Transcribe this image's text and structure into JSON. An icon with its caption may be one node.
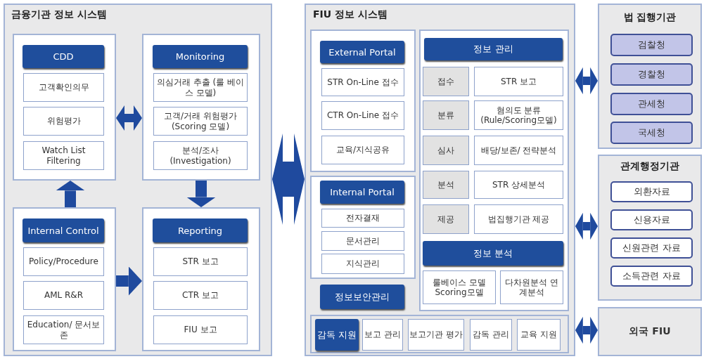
{
  "diagram": {
    "nodes": [
      {
        "text": [
          "금융기관 정보 시스템"
        ]
      },
      {
        "text": [],
        "shape": "box",
        "in": 0
      },
      {
        "text": [
          "고객확인의무"
        ],
        "in": 1
      },
      {
        "text": [
          "위험평가"
        ],
        "in": 1
      },
      {
        "text": [
          "Watch List Filtering"
        ],
        "in": 1
      },
      {
        "text": [],
        "shape": "box",
        "in": 0
      },
      {
        "text": [
          "의심거래 추출 (룰 베이스 모델)"
        ],
        "in": 5
      },
      {
        "text": [
          "고객/거래 위험평가 (Scoring 모델)"
        ],
        "in": 5
      },
      {
        "text": [
          "분석/조사 (Investigation)"
        ],
        "in": 5
      },
      {
        "text": [],
        "shape": "box",
        "in": 0
      },
      {
        "text": [
          "Policy/Procedure"
        ],
        "in": 9
      },
      {
        "text": [
          "AML R&R"
        ],
        "in": 9
      },
      {
        "text": [
          "Education/ 문서보존"
        ],
        "in": 9
      },
      {
        "text": [],
        "shape": "box",
        "in": 0
      },
      {
        "text": [
          "STR 보고"
        ],
        "in": 13
      },
      {
        "text": [
          "CTR 보고"
        ],
        "in": 13
      },
      {
        "text": [
          "FIU 보고"
        ],
        "in": 13
      },
      {
        "text": [
          "FIU 정보 시스템"
        ]
      },
      {
        "text": [],
        "shape": "box",
        "in": 17
      },
      {
        "text": [
          "STR On-Line 접수"
        ],
        "in": 18
      },
      {
        "text": [
          "CTR On-Line 접수"
        ],
        "in": 18
      },
      {
        "text": [
          "교육/지식공유"
        ],
        "in": 18
      },
      {
        "text": [],
        "shape": "box",
        "in": 17
      },
      {
        "text": [
          "전자결재"
        ],
        "in": 22
      },
      {
        "text": [
          "문서관리"
        ],
        "in": 22
      },
      {
        "text": [
          "지식관리"
        ],
        "in": 22
      },
      {
        "text": [
          "정보보안관리"
        ],
        "in": 17
      },
      {
        "text": [],
        "shape": "box",
        "in": 17
      },
      {
        "text": [
          "접수"
        ],
        "in": 27
      },
      {
        "text": [
          "STR 보고"
        ],
        "in": 27
      },
      {
        "text": [
          "분류"
        ],
        "in": 27
      },
      {
        "text": [
          "혐의도 분류 (Rule/Scoring모델)"
        ],
        "in": 27
      },
      {
        "text": [
          "심사"
        ],
        "in": 27
      },
      {
        "text": [
          "배당/보존/ 전략분석"
        ],
        "in": 27
      },
      {
        "text": [
          "분석"
        ],
        "in": 27
      },
      {
        "text": [
          "STR 상세분석"
        ],
        "in": 27
      },
      {
        "text": [
          "제공"
        ],
        "in": 27
      },
      {
        "text": [
          "법집행기관 제공"
        ],
        "in": 27
      },
      {
        "text": [
          "정보 분석"
        ],
        "in": 27
      },
      {
        "text": [
          "룰베이스 모델 Scoring모델"
        ],
        "in": 27
      },
      {
        "text": [
          "다차원분석 연계분석"
        ],
        "in": 27
      },
      {
        "text": [],
        "shape": "box",
        "in": 17
      },
      {
        "text": [
          "감독 지원"
        ],
        "in": 41
      },
      {
        "text": [
          "보고 관리"
        ],
        "in": 41
      },
      {
        "text": [
          "보고기관 평가"
        ],
        "in": 41
      },
      {
        "text": [
          "감독 관리"
        ],
        "in": 41
      },
      {
        "text": [
          "교육 지원"
        ],
        "in": 41
      },
      {
        "text": [
          "법 집행기관"
        ]
      },
      {
        "text": [
          "검찰청"
        ],
        "in": 47
      },
      {
        "text": [
          "경찰청"
        ],
        "in": 47
      },
      {
        "text": [
          "관세청"
        ],
        "in": 47
      },
      {
        "text": [
          "국세청"
        ],
        "in": 47
      },
      {
        "text": [
          "관계행정기관"
        ]
      },
      {
        "text": [
          "외환자료"
        ],
        "in": 52
      },
      {
        "text": [
          "신용자료"
        ],
        "in": 52
      },
      {
        "text": [
          "신원관련 자료"
        ],
        "in": 52
      },
      {
        "text": [
          "소득관련 자료"
        ],
        "in": 52
      },
      {
        "text": [
          "외국 FIU"
        ]
      },
      {
        "text": [
          "CDD"
        ],
        "in": 1
      },
      {
        "text": [
          "Monitoring"
        ],
        "in": 5
      },
      {
        "text": [
          "Internal Control"
        ],
        "in": 9
      },
      {
        "text": [
          "Reporting"
        ],
        "in": 13
      },
      {
        "text": [
          "External Portal"
        ],
        "in": 18
      },
      {
        "text": [
          "Internal Portal"
        ],
        "in": 22
      },
      {
        "text": [
          "정보 관리"
        ],
        "in": 27
      }
    ],
    "edges": [
      {
        "from": 1,
        "to": 5,
        "arrow": "both"
      },
      {
        "from": 5,
        "to": 13,
        "arrow": "to"
      },
      {
        "from": 9,
        "to": 1,
        "arrow": "to"
      },
      {
        "from": 9,
        "to": 13,
        "arrow": "to"
      },
      {
        "from": 0,
        "to": 17,
        "arrow": "both",
        "style": "thick"
      },
      {
        "from": 17,
        "to": 47,
        "arrow": "both"
      },
      {
        "from": 17,
        "to": 52,
        "arrow": "both"
      },
      {
        "from": 17,
        "to": 57,
        "arrow": "both"
      }
    ]
  }
}
